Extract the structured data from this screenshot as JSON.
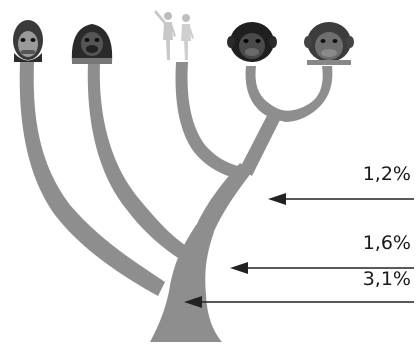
{
  "diagram": {
    "type": "phylogenetic-tree",
    "taxa": [
      {
        "icon": "orangutan-icon"
      },
      {
        "icon": "gorilla-icon"
      },
      {
        "icon": "human-couple-icon"
      },
      {
        "icon": "chimpanzee-icon"
      },
      {
        "icon": "bonobo-icon"
      }
    ],
    "divergences": [
      {
        "label": "1,2%"
      },
      {
        "label": "1,6%"
      },
      {
        "label": "3,1%"
      }
    ],
    "colors": {
      "branch": "#8e8e8e",
      "arrow": "#222222",
      "text": "#1a1a1a",
      "background": "#ffffff"
    }
  }
}
